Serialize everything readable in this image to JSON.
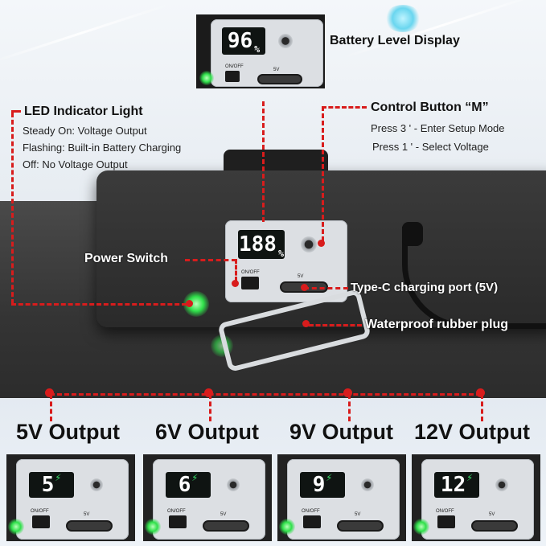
{
  "top_display": {
    "level": "96",
    "unit": "%",
    "switch_label": "ON/OFF",
    "port_label": "5V"
  },
  "titles": {
    "battery_level": "Battery Level Display",
    "led": "LED Indicator Light",
    "control": "Control Button “M”",
    "power_switch": "Power Switch",
    "typec": "Type-C charging port (5V)",
    "waterproof": "Waterproof rubber plug"
  },
  "led_lines": [
    "Steady On: Voltage Output",
    "Flashing: Built-in Battery Charging",
    "Off: No Voltage Output"
  ],
  "control_lines": [
    "Press 3 ' - Enter Setup Mode",
    "Press 1 ' - Select Voltage"
  ],
  "main_device": {
    "lcd": "188",
    "unit": "%",
    "switch_label": "ON/OFF",
    "port_label": "5V"
  },
  "outputs": [
    {
      "label": "5V Output",
      "display": "5",
      "switch_label": "ON/OFF",
      "port_label": "5V"
    },
    {
      "label": "6V Output",
      "display": "6",
      "switch_label": "ON/OFF",
      "port_label": "5V"
    },
    {
      "label": "9V Output",
      "display": "9",
      "switch_label": "ON/OFF",
      "port_label": "5V"
    },
    {
      "label": "12V Output",
      "display": "12",
      "switch_label": "ON/OFF",
      "port_label": "5V"
    }
  ],
  "colors": {
    "callout": "#d81c1c",
    "led_green": "#2fe04a",
    "lcd_bg": "#0f1412"
  }
}
